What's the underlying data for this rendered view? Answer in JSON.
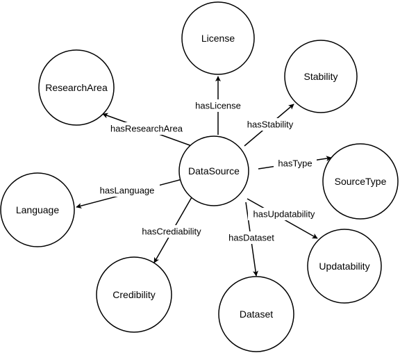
{
  "diagram": {
    "nodes": {
      "datasource": "DataSource",
      "license": "License",
      "stability": "Stability",
      "researcharea": "ResearchArea",
      "sourcetype": "SourceType",
      "language": "Language",
      "updatability": "Updatability",
      "credibility": "Credibility",
      "dataset": "Dataset"
    },
    "edges": {
      "has_license": "hasLicense",
      "has_stability": "hasStability",
      "has_research_area": "hasResearchArea",
      "has_type": "hasType",
      "has_language": "hasLanguage",
      "has_updatability": "hasUpdatability",
      "has_crediability": "hasCrediability",
      "has_dataset": "hasDataset"
    }
  }
}
